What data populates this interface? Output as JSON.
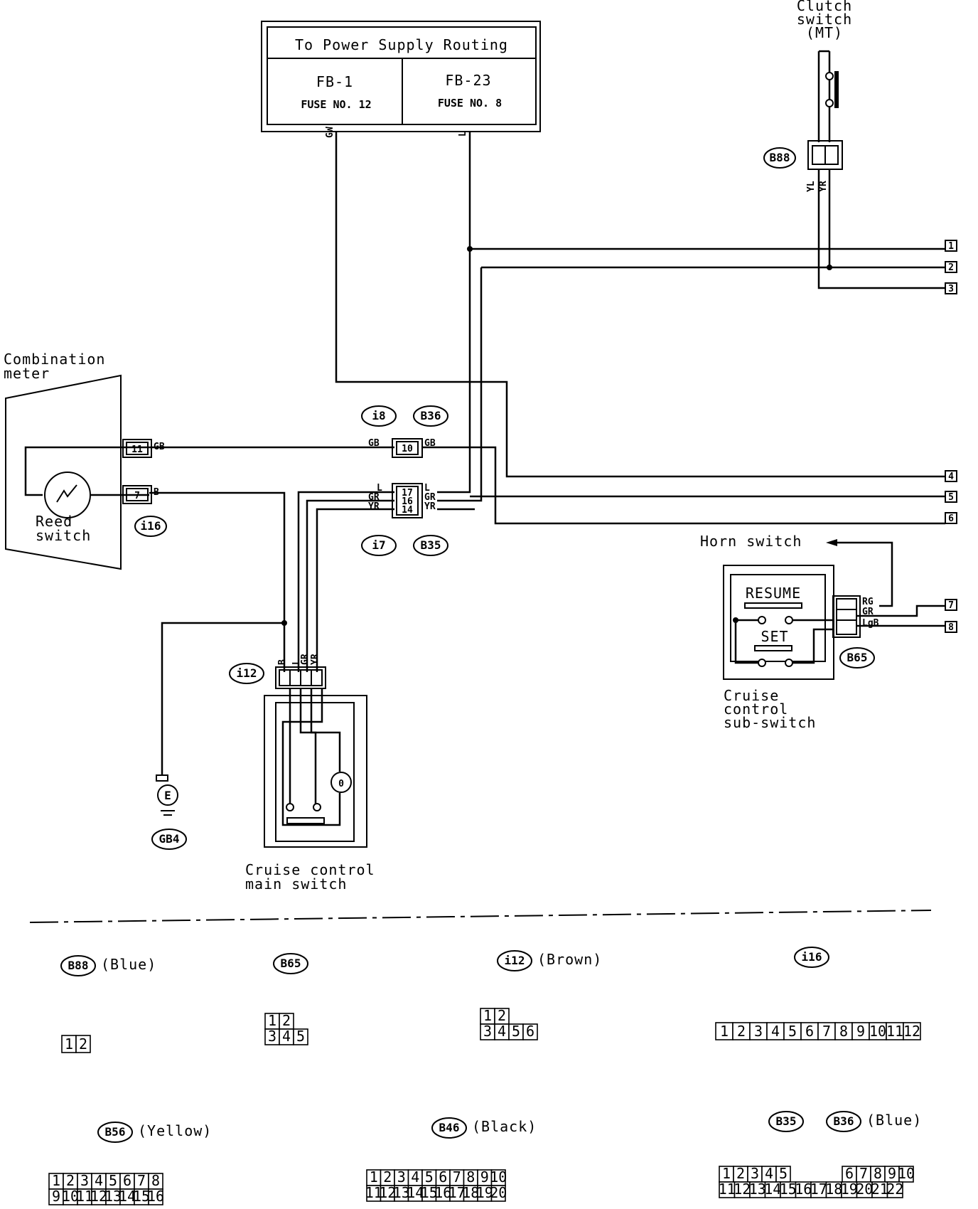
{
  "power": {
    "title": "To Power Supply Routing",
    "left_fb": "FB-1",
    "left_fuse": "FUSE NO. 12",
    "right_fb": "FB-23",
    "right_fuse": "FUSE NO. 8",
    "wire_left": "GW",
    "wire_right": "L"
  },
  "clutch": {
    "line1": "Clutch",
    "line2": "switch",
    "line3": "(MT)",
    "connector": "B88",
    "wire1": "YL",
    "wire2": "YR"
  },
  "meter": {
    "line1": "Combination",
    "line2": "meter",
    "reed1": "Reed",
    "reed2": "switch",
    "connector": "i16",
    "pin_top": "11",
    "pin_bottom": "7",
    "wire_top": "GB",
    "wire_bottom": "B"
  },
  "joint": {
    "conn_a": "i8",
    "conn_b": "B36",
    "conn_c": "i7",
    "conn_d": "B35",
    "pin10": "10",
    "pin17": "17",
    "pin16": "16",
    "pin14": "14",
    "wire_gb": "GB",
    "wire_l": "L",
    "wire_gr": "GR",
    "wire_yr": "YR"
  },
  "outputs": [
    "1",
    "2",
    "3",
    "4",
    "5",
    "6",
    "7",
    "8"
  ],
  "main_switch": {
    "line1": "Cruise control",
    "line2": "main switch",
    "connector": "i12",
    "ground": "E",
    "ground_conn": "GB4",
    "w1": "B",
    "w2": "L",
    "w3": "GR",
    "w4": "YR"
  },
  "sub_switch": {
    "line1": "Cruise",
    "line2": "control",
    "line3": "sub-switch",
    "resume": "RESUME",
    "set": "SET",
    "connector": "B65",
    "w1": "RG",
    "w2": "GR",
    "w3": "LgB",
    "horn": "Horn switch"
  },
  "legend": [
    {
      "id": "B88",
      "color": "(Blue)"
    },
    {
      "id": "B65",
      "color": ""
    },
    {
      "id": "i12",
      "color": "(Brown)"
    },
    {
      "id": "i16",
      "color": ""
    },
    {
      "id": "B56",
      "color": "(Yellow)"
    },
    {
      "id": "B46",
      "color": "(Black)"
    },
    {
      "id": "B35",
      "color": ""
    },
    {
      "id": "B36",
      "color": "(Blue)"
    }
  ],
  "pins": {
    "b88": [
      "1",
      "2"
    ],
    "b65_top": [
      "1",
      "2"
    ],
    "b65_bottom": [
      "3",
      "4",
      "5"
    ],
    "i12_top": [
      "1",
      "2"
    ],
    "i12_bottom": [
      "3",
      "4",
      "5",
      "6"
    ],
    "i16": [
      "1",
      "2",
      "3",
      "4",
      "5",
      "6",
      "7",
      "8",
      "9",
      "10",
      "11",
      "12"
    ],
    "b56_top": [
      "1",
      "2",
      "3",
      "4",
      "5",
      "6",
      "7",
      "8"
    ],
    "b56_bottom": [
      "9",
      "10",
      "11",
      "12",
      "13",
      "14",
      "15",
      "16"
    ],
    "b46_top": [
      "1",
      "2",
      "3",
      "4",
      "5",
      "6",
      "7",
      "8",
      "9",
      "10"
    ],
    "b46_bottom": [
      "11",
      "12",
      "13",
      "14",
      "15",
      "16",
      "17",
      "18",
      "19",
      "20"
    ],
    "b35_top_left": [
      "1",
      "2",
      "3",
      "4",
      "5"
    ],
    "b35_top_right": [
      "6",
      "7",
      "8",
      "9",
      "10"
    ],
    "b35_bottom": [
      "11",
      "12",
      "13",
      "14",
      "15",
      "16",
      "17",
      "18",
      "19",
      "20",
      "21",
      "22"
    ]
  }
}
